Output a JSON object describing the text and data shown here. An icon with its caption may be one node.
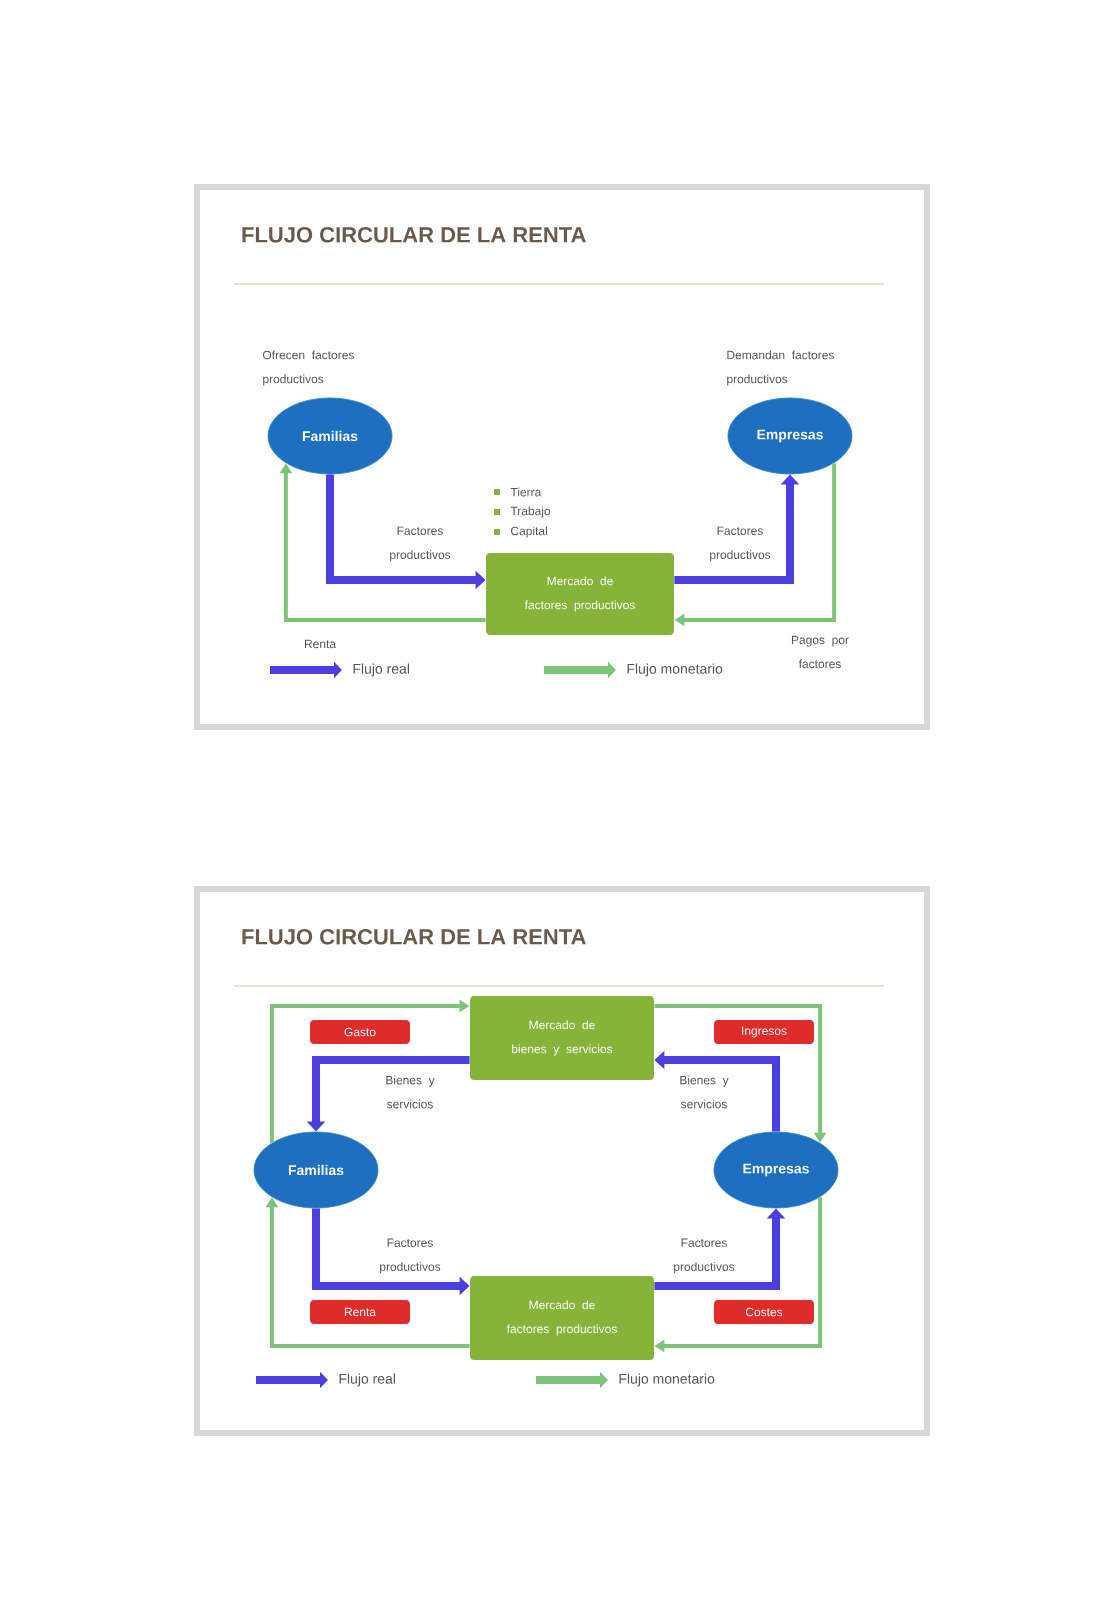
{
  "diagram": {
    "nodes": [
      {
        "text": [
          "FLUJO CIRCULAR DE LA RENTA"
        ]
      },
      {
        "text": [
          "Familias"
        ],
        "in": 0,
        "beside": [
          "Ofrecen factores productivos"
        ]
      },
      {
        "text": [
          "Empresas"
        ],
        "in": 0,
        "beside": [
          "Demandan factores productivos"
        ]
      },
      {
        "text": [
          "Mercado de factores productivos"
        ],
        "in": 0,
        "beside": [
          "Tierra",
          "Trabajo",
          "Capital"
        ]
      },
      {
        "text": [
          "FLUJO CIRCULAR DE LA RENTA"
        ]
      },
      {
        "text": [
          "Familias"
        ],
        "in": 4
      },
      {
        "text": [
          "Empresas"
        ],
        "in": 4
      },
      {
        "text": [
          "Mercado de bienes y servicios"
        ],
        "in": 4
      },
      {
        "text": [
          "Mercado de factores productivos"
        ],
        "in": 4
      },
      {
        "text": [
          "Gasto"
        ],
        "in": 4
      },
      {
        "text": [
          "Ingresos"
        ],
        "in": 4
      },
      {
        "text": [
          "Renta"
        ],
        "in": 4
      },
      {
        "text": [
          "Costes"
        ],
        "in": 4
      }
    ],
    "edges": [
      {
        "from": 1,
        "to": 3,
        "arrow": "to",
        "label": "Factores productivos",
        "style": "thick",
        "color": "#4b3fe0"
      },
      {
        "from": 3,
        "to": 2,
        "arrow": "to",
        "label": "Factores productivos",
        "style": "thick",
        "color": "#4b3fe0"
      },
      {
        "from": 2,
        "to": 3,
        "arrow": "to",
        "label": "Pagos por factores",
        "color": "#7cc47a"
      },
      {
        "from": 3,
        "to": 1,
        "arrow": "to",
        "label": "Renta",
        "color": "#7cc47a"
      },
      {
        "from": 5,
        "to": 8,
        "arrow": "to",
        "label": "Factores productivos",
        "style": "thick",
        "color": "#4b3fe0"
      },
      {
        "from": 8,
        "to": 6,
        "arrow": "to",
        "label": "Factores productivos",
        "style": "thick",
        "color": "#4b3fe0"
      },
      {
        "from": 6,
        "to": 7,
        "arrow": "to",
        "label": "Bienes y servicios",
        "style": "thick",
        "color": "#4b3fe0"
      },
      {
        "from": 7,
        "to": 5,
        "arrow": "to",
        "label": "Bienes y servicios",
        "style": "thick",
        "color": "#4b3fe0"
      },
      {
        "from": 5,
        "to": 7,
        "arrow": "to",
        "color": "#7cc47a"
      },
      {
        "from": 7,
        "to": 6,
        "arrow": "to",
        "color": "#7cc47a"
      },
      {
        "from": 6,
        "to": 8,
        "arrow": "to",
        "color": "#7cc47a"
      },
      {
        "from": 8,
        "to": 5,
        "arrow": "to",
        "color": "#7cc47a"
      }
    ],
    "legend": [
      {
        "text": "Flujo real",
        "color": "#4b3fe0"
      },
      {
        "text": "Flujo monetario",
        "color": "#7cc47a"
      },
      {
        "text": "Flujo real",
        "color": "#4b3fe0"
      },
      {
        "text": "Flujo monetario",
        "color": "#7cc47a"
      }
    ]
  }
}
